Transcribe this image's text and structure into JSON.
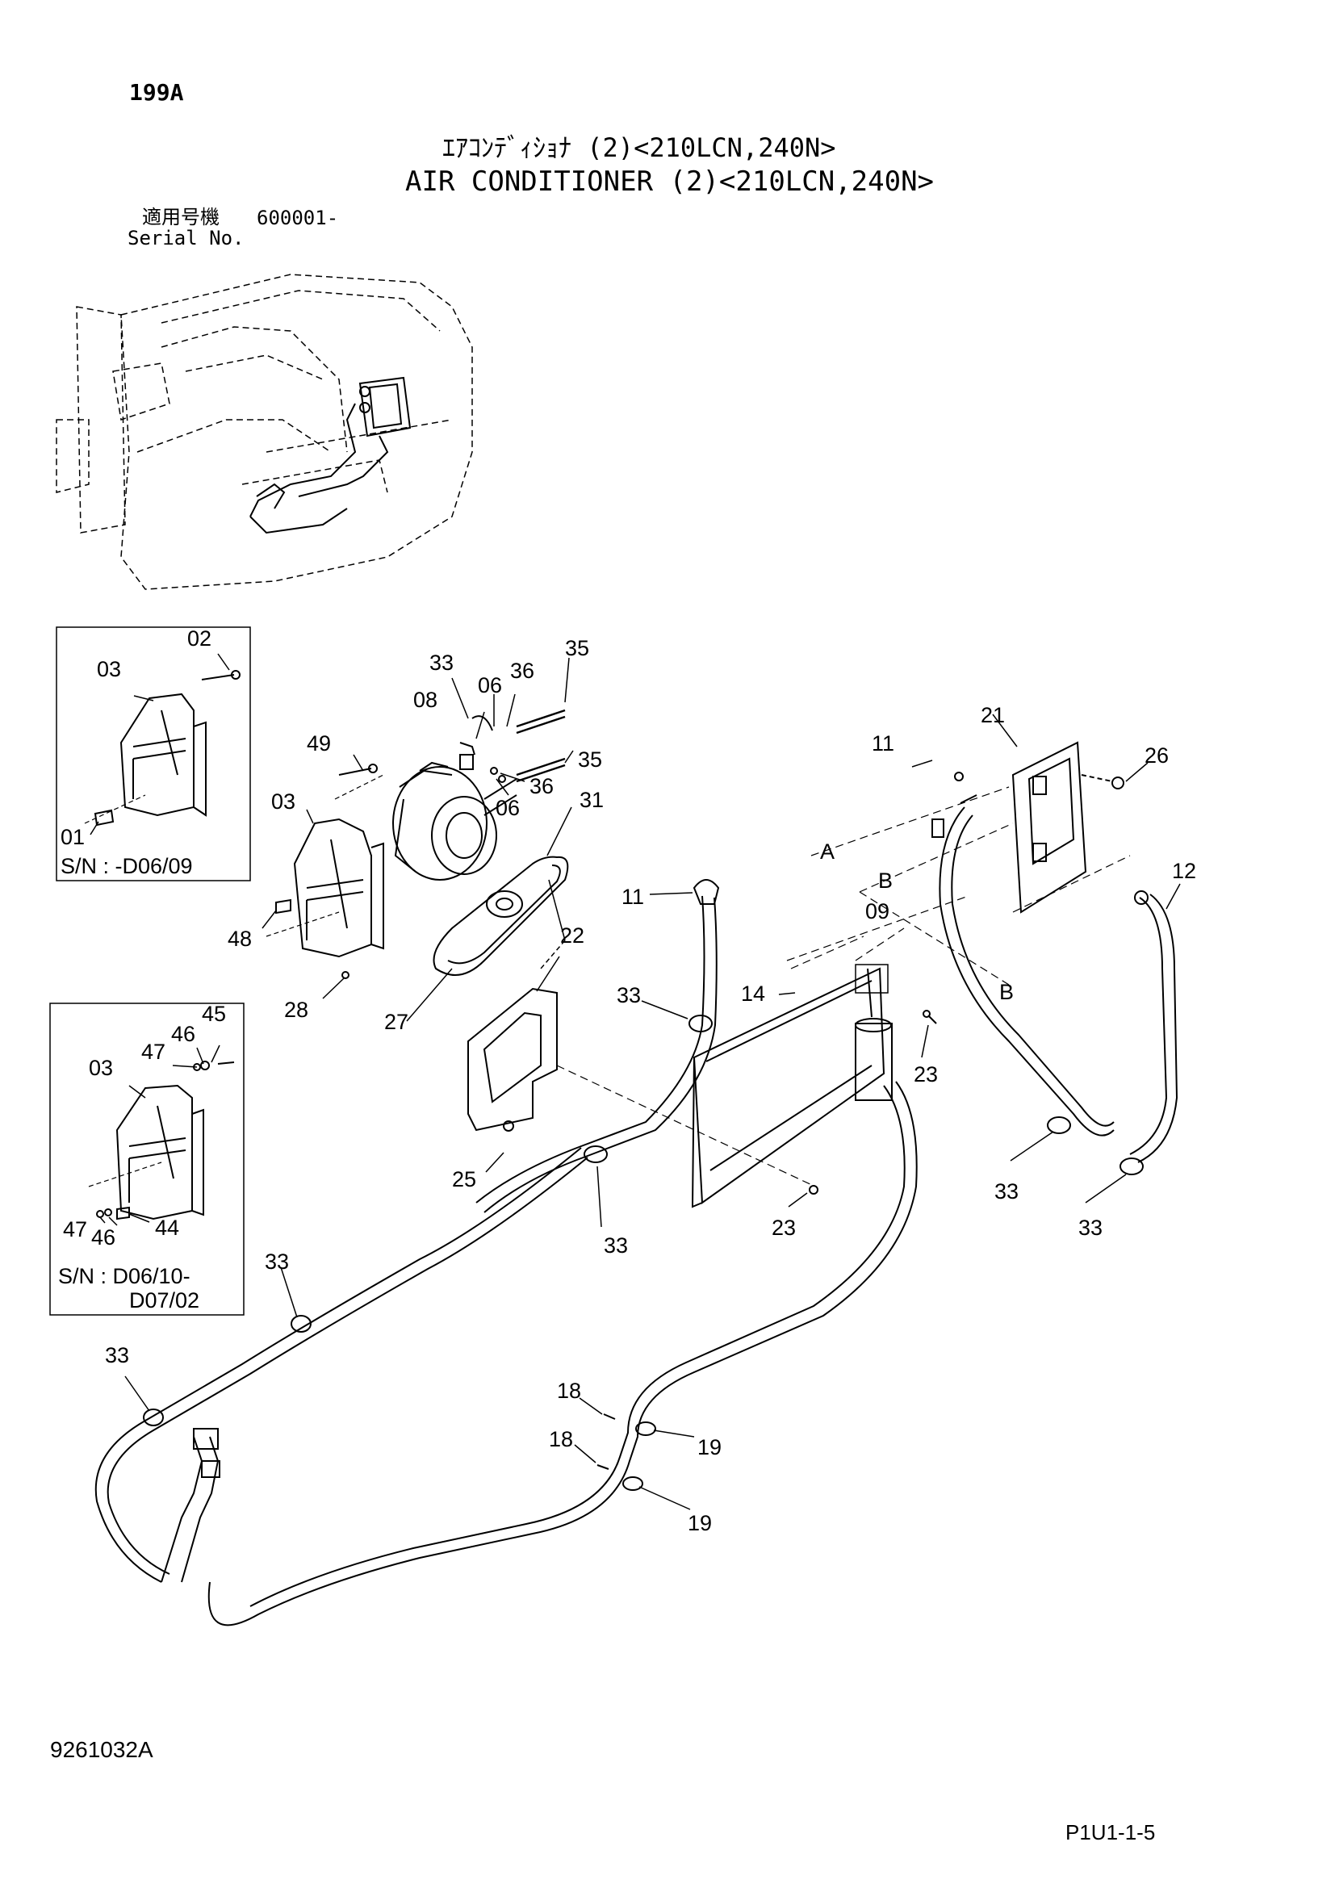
{
  "header": {
    "page_code": "199A",
    "title_jp": "ｴｱｺﾝﾃﾞｨｼｮﾅ (2)<210LCN,240N>",
    "title_en": "AIR CONDITIONER (2)<210LCN,240N>",
    "serial_label_jp": "適用号機",
    "serial_label_en": "Serial No.",
    "serial_value": "600001-"
  },
  "insets": [
    {
      "note_line1": "S/N :  -D06/09",
      "note_line2": ""
    },
    {
      "note_line1": "S/N :  D06/10-",
      "note_line2": "D07/02"
    }
  ],
  "callouts": {
    "c02": "02",
    "c03a": "03",
    "c01": "01",
    "c03b": "03",
    "c45": "45",
    "c46a": "46",
    "c47a": "47",
    "c47b": "47",
    "c46b": "46",
    "c44": "44",
    "c03c": "03",
    "c49": "49",
    "c48": "48",
    "c28": "28",
    "c27": "27",
    "c33a": "33",
    "c06a": "06",
    "c36a": "36",
    "c35a": "35",
    "c08": "08",
    "c35b": "35",
    "c36b": "36",
    "c06b": "06",
    "c31": "31",
    "c22": "22",
    "c25": "25",
    "c11a": "11",
    "c33b": "33",
    "c14": "14",
    "c33c": "33",
    "c23a": "23",
    "c23b": "23",
    "c11b": "11",
    "cA": "A",
    "cB1": "B",
    "c21": "21",
    "c26": "26",
    "c12": "12",
    "c09": "09",
    "cB2": "B",
    "c33d": "33",
    "c33e": "33",
    "c33f": "33",
    "c33g": "33",
    "c18a": "18",
    "c18b": "18",
    "c19a": "19",
    "c19b": "19"
  },
  "footer": {
    "drawing_number": "9261032A",
    "page_reference": "P1U1-1-5"
  }
}
